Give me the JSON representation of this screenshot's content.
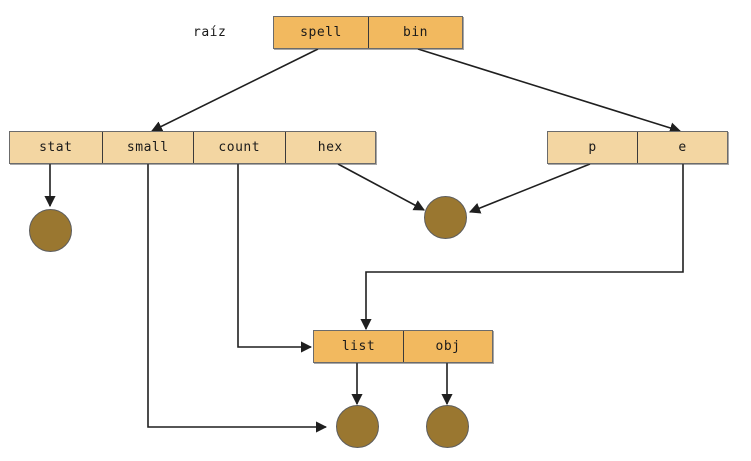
{
  "diagram": {
    "title_label": "raíz",
    "colors": {
      "node_orange": "#f2b95f",
      "node_tan": "#f3d6a2",
      "circle_fill": "#9a7730",
      "stroke": "#2a2a2a",
      "background": "#ffffff"
    },
    "nodes": [
      {
        "id": "root",
        "style": "orange",
        "cells": [
          {
            "label": "spell"
          },
          {
            "label": "bin"
          }
        ]
      },
      {
        "id": "left",
        "style": "tan",
        "cells": [
          {
            "label": "stat"
          },
          {
            "label": "small"
          },
          {
            "label": "count"
          },
          {
            "label": "hex"
          }
        ]
      },
      {
        "id": "right",
        "style": "tan",
        "cells": [
          {
            "label": "p"
          },
          {
            "label": "e"
          }
        ]
      },
      {
        "id": "listobj",
        "style": "orange",
        "cells": [
          {
            "label": "list"
          },
          {
            "label": "obj"
          }
        ]
      }
    ],
    "leaves": [
      {
        "id": "leaf-stat"
      },
      {
        "id": "leaf-middle"
      },
      {
        "id": "leaf-list"
      },
      {
        "id": "leaf-obj"
      }
    ]
  }
}
